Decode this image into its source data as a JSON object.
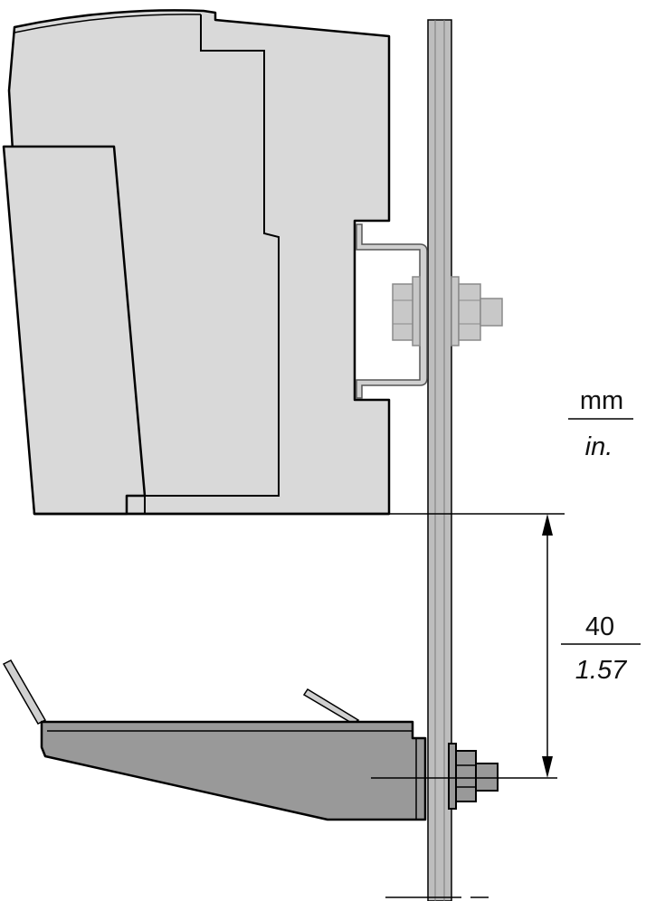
{
  "units": {
    "primary": "mm",
    "secondary": "in."
  },
  "dimension": {
    "primary_value": "40",
    "secondary_value": "1.57"
  },
  "colors": {
    "module_body": "#d9d9d9",
    "bracket": "#999999",
    "rail": "#bdbdbd",
    "bolt_light": "#c8c8c8",
    "line": "#000000"
  }
}
